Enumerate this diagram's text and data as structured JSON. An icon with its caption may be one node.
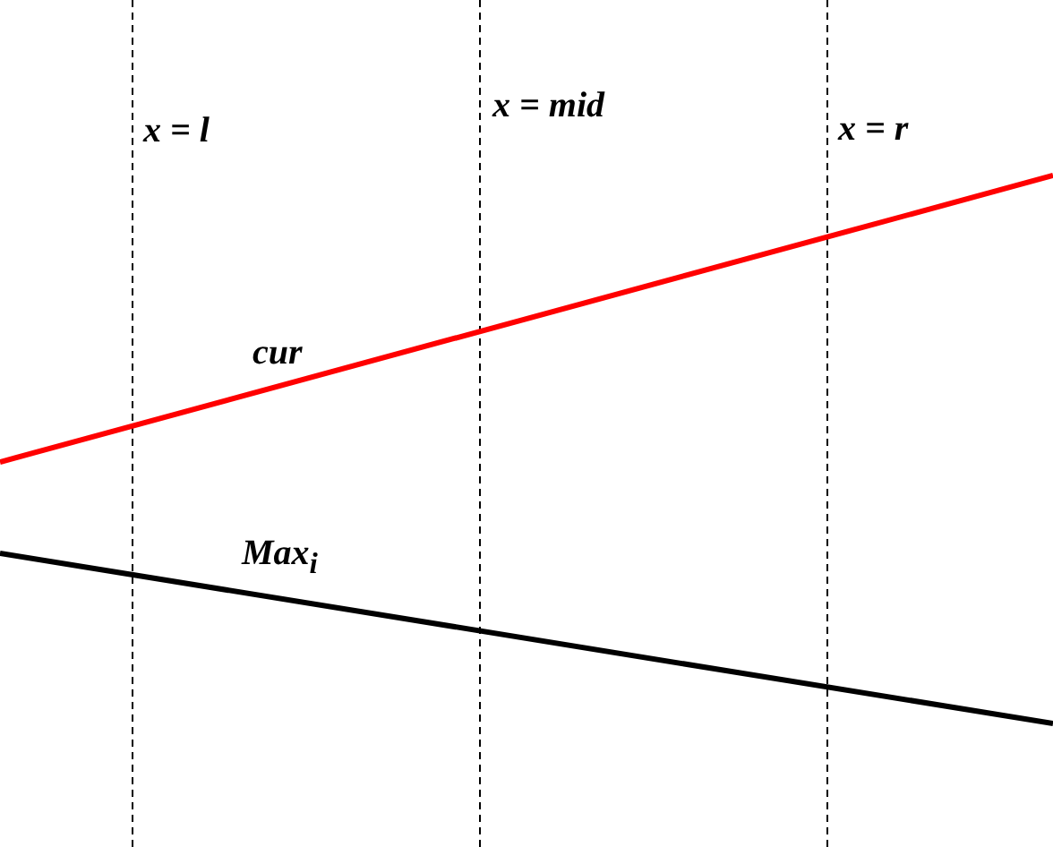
{
  "diagram": {
    "labels": [
      "x = l",
      "x = mid",
      "x = r",
      "cur",
      "Max$_{i}$"
    ]
  }
}
